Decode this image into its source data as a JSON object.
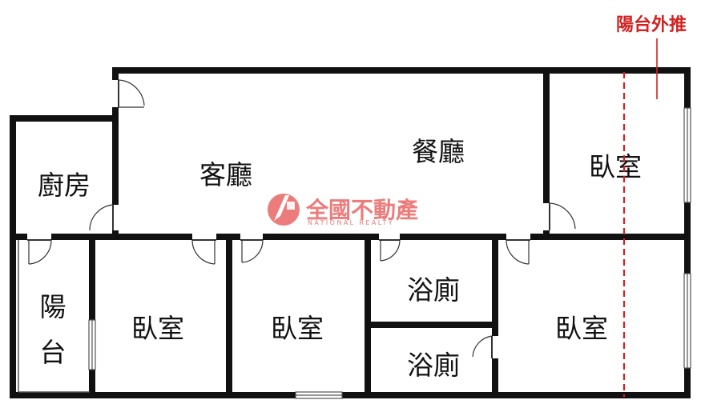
{
  "rooms": {
    "kitchen": "廚房",
    "living_room": "客廳",
    "dining_room": "餐廳",
    "bedroom_top_right": "臥室",
    "balcony_char1": "陽",
    "balcony_char2": "台",
    "bedroom_1": "臥室",
    "bedroom_2": "臥室",
    "bathroom_1": "浴廁",
    "bathroom_2": "浴廁",
    "bedroom_bottom_right": "臥室"
  },
  "annotation": {
    "label": "陽台外推",
    "color": "#d42020"
  },
  "watermark": {
    "name": "全國不動產",
    "subtitle": "NATIONAL REALTY",
    "color": "#e85c5c"
  },
  "colors": {
    "wall": "#111111",
    "window": "#555555",
    "background": "#ffffff"
  }
}
